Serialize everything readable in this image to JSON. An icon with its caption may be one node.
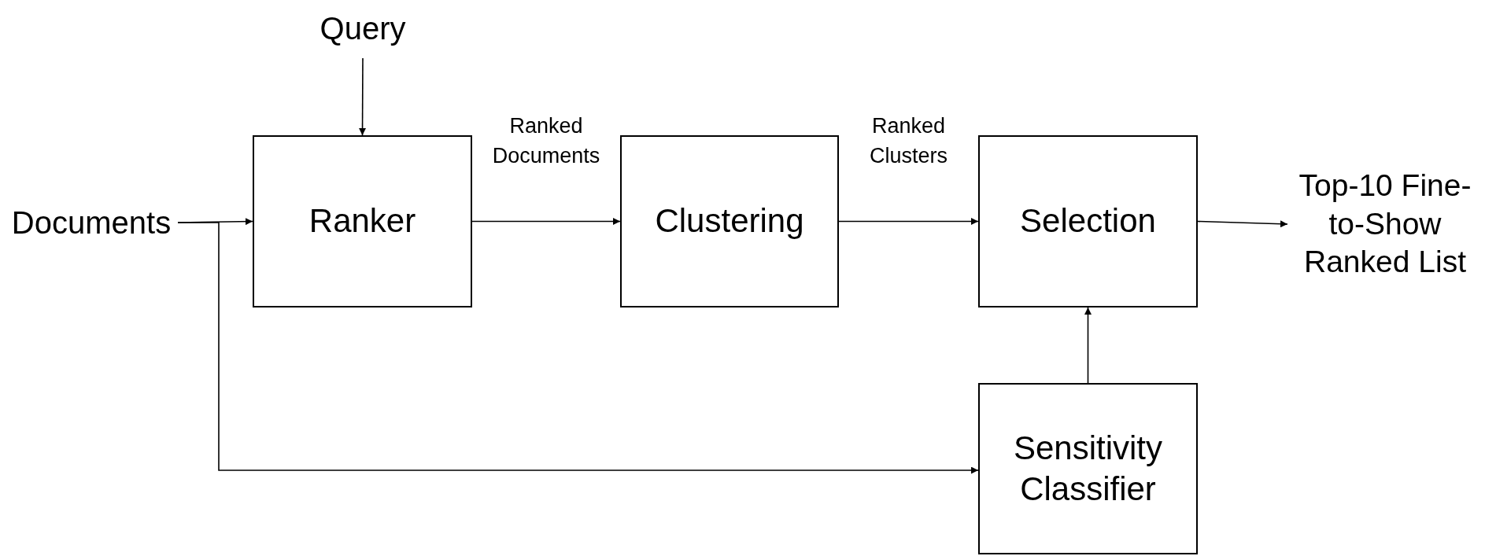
{
  "diagram": {
    "nodes": [
      {
        "text": [
          "Query"
        ]
      },
      {
        "text": [
          "Documents"
        ]
      },
      {
        "text": [
          "Ranker"
        ]
      },
      {
        "text": [
          "Clustering"
        ]
      },
      {
        "text": [
          "Selection"
        ]
      },
      {
        "text": [
          "Top-10 Fine-to-Show Ranked List"
        ]
      },
      {
        "text": [
          "Sensitivity Classifier"
        ]
      }
    ],
    "edges": [
      {
        "from": 0,
        "to": 2,
        "arrow": "to"
      },
      {
        "from": 1,
        "to": 2,
        "arrow": "to"
      },
      {
        "from": 1,
        "to": 6,
        "arrow": "to"
      },
      {
        "from": 2,
        "to": 3,
        "arrow": "to",
        "label": "Ranked Documents"
      },
      {
        "from": 3,
        "to": 4,
        "arrow": "to",
        "label": "Ranked Clusters"
      },
      {
        "from": 4,
        "to": 5,
        "arrow": "to"
      },
      {
        "from": 6,
        "to": 4,
        "arrow": "to"
      }
    ]
  }
}
